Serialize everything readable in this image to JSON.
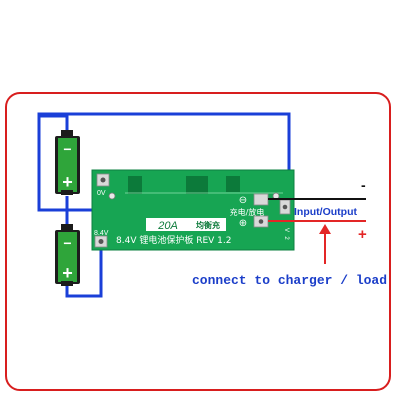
{
  "board": {
    "model_badge": "20A",
    "model_badge_cn": "均衡充",
    "title_text": "8.4V 锂电池保护板 REV 1.2",
    "pad_0v": "0V",
    "pad_84v": "8.4V",
    "pad_right_v": "V",
    "pad_right_num": "2",
    "charge_label": "充电/放电",
    "minus_symbol": "⊖",
    "plus_symbol": "⊕"
  },
  "io": {
    "label": "Input/Output",
    "minus_sign": "-",
    "plus_sign": "+"
  },
  "caption": "connect to charger / load",
  "battery": {
    "minus_sign": "−",
    "plus_sign": "+"
  },
  "colors": {
    "frame": "#d81e1e",
    "wire_blue": "#1a3fd8",
    "wire_black": "#111111",
    "wire_red": "#e32626",
    "pcb": "#17a553",
    "pcb_dark": "#0c7a3a",
    "battery": "#2fa53a",
    "label_blue": "#1b3ec9"
  }
}
